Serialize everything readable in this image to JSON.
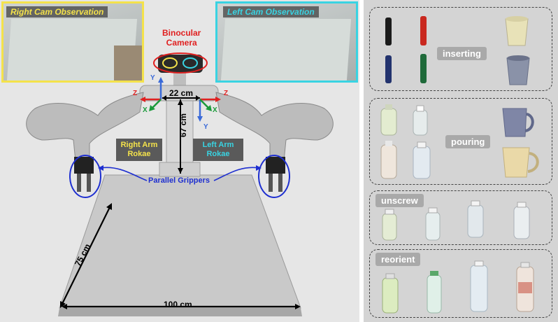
{
  "cameras": {
    "right_title": "Right Cam Observation",
    "left_title": "Left Cam Observation"
  },
  "labels": {
    "binocular_line1": "Binocular",
    "binocular_line2": "Camera",
    "width_top": "22 cm",
    "height": "67 cm",
    "right_arm_line1": "Right Arm",
    "right_arm_line2": "Rokae",
    "left_arm_line1": "Left Arm",
    "left_arm_line2": "Rokae",
    "grippers": "Parallel Grippers",
    "depth": "75 cm",
    "width_bottom": "100 cm",
    "axis_y": "Y",
    "axis_z": "Z",
    "axis_x": "X"
  },
  "tasks": [
    "inserting",
    "pouring",
    "unscrew",
    "reorient"
  ],
  "colors": {
    "right_cam": "#f4e24b",
    "left_cam": "#39d3e2",
    "annotation_red": "#e02020",
    "annotation_blue": "#1e2fd0",
    "axis_green": "#1a9a3a"
  }
}
